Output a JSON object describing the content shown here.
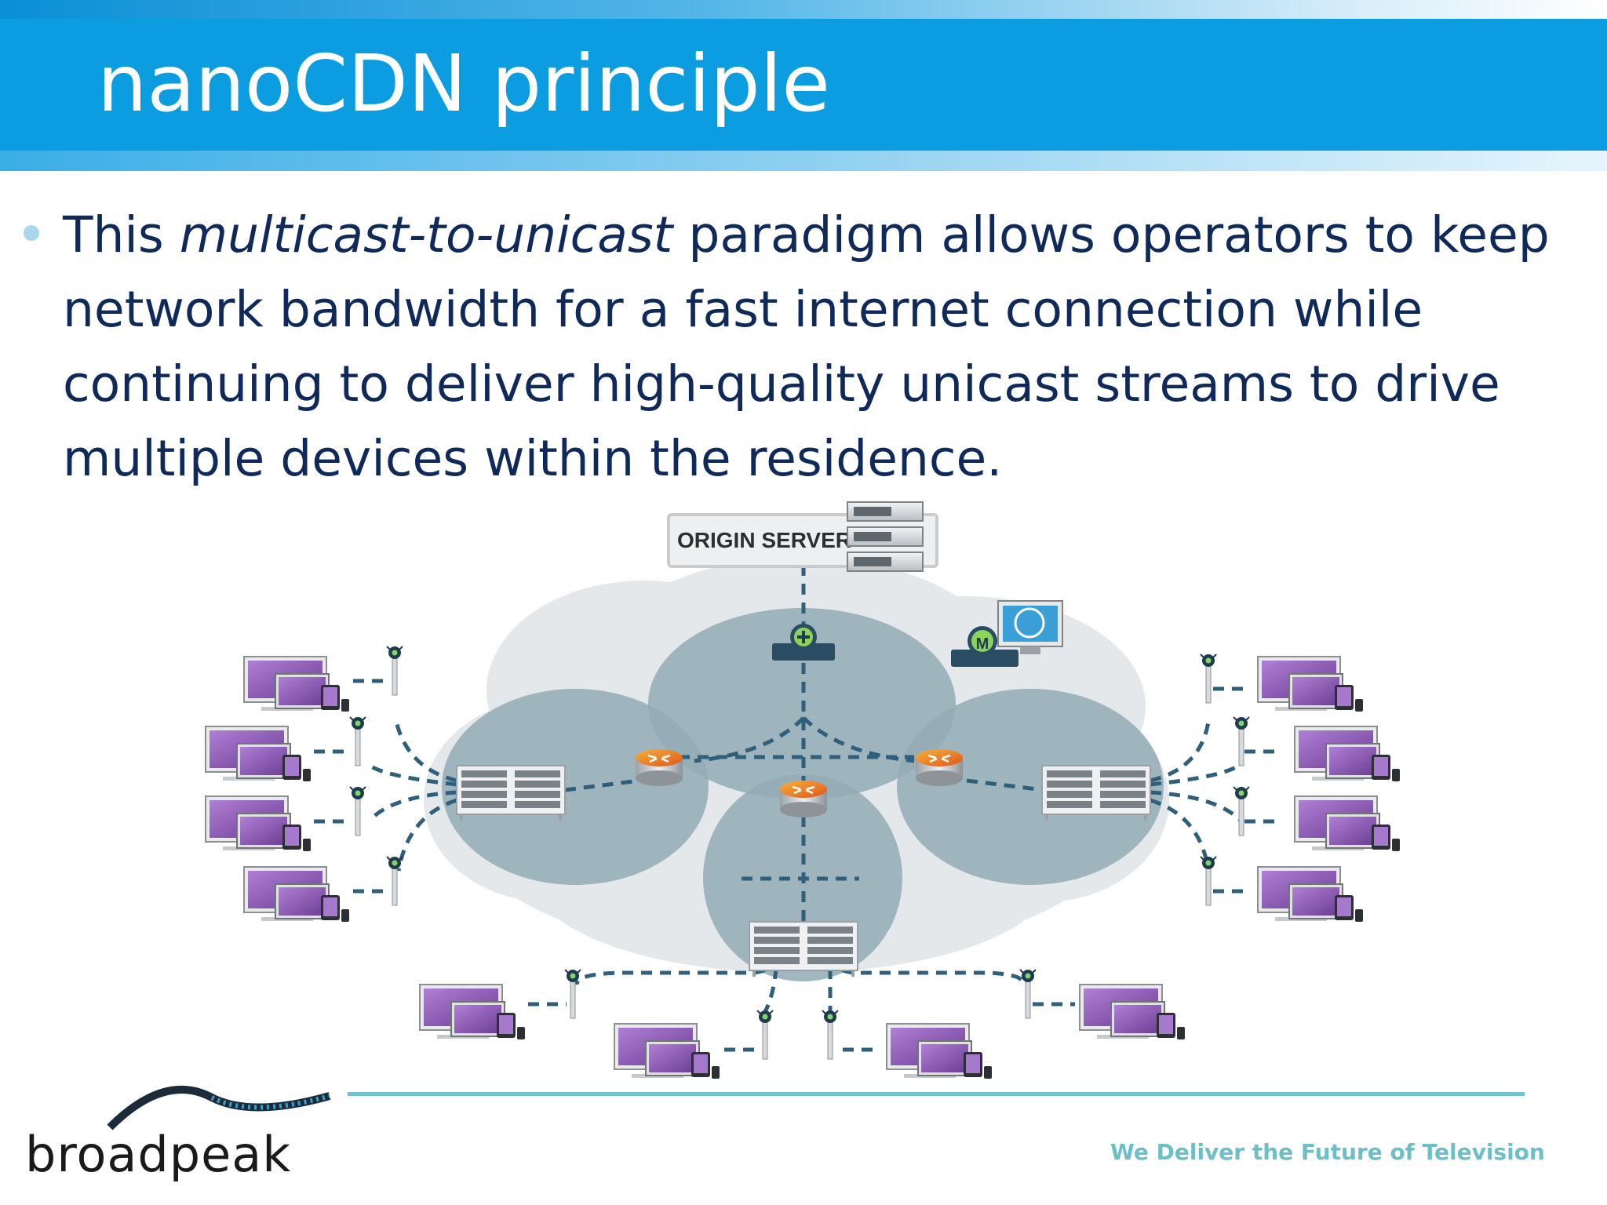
{
  "slide": {
    "title": "nanoCDN principle",
    "bullet": {
      "before_italic": "This ",
      "italic": "multicast-to-unicast",
      "after_italic": " paradigm allows operators to keep network bandwidth for a fast internet connection while continuing to deliver high-quality unicast streams to drive multiple devices within the residence."
    }
  },
  "diagram": {
    "origin_server_label": "ORIGIN SERVER",
    "manager_badge": "M",
    "colors": {
      "cloud": "#e3e7ea",
      "zone": "#8fa9b3",
      "link": "#2f5f7a",
      "device_screen": "#8e57b8",
      "router_top": "#f08a1c"
    }
  },
  "footer": {
    "logo": "broadpeak",
    "tagline": "We Deliver the Future of Television"
  }
}
